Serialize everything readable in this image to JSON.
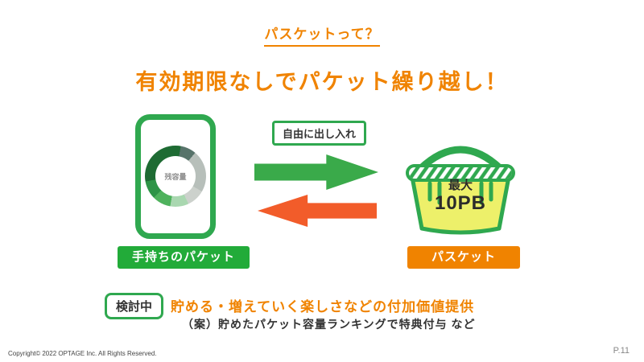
{
  "title": "パスケットって？",
  "headline": "有効期限なしでパケット繰り越し！",
  "diagram": {
    "gauge_label": "残容量",
    "transfer_label": "自由に出し入れ",
    "basket_line1": "最大",
    "basket_line2": "10PB",
    "left_badge": "手持ちのパケット",
    "right_badge": "パスケット"
  },
  "consideration": {
    "badge": "検討中",
    "line1": "貯める・増えていく楽しさなどの付加価値提供",
    "line2": "（案）貯めたパケット容量ランキングで特典付与 など"
  },
  "footer": {
    "copyright": "Copyright© 2022 OPTAGE Inc. All Rights Reserved.",
    "page": "P.11"
  },
  "colors": {
    "accent_orange": "#f08300",
    "accent_green": "#2fa84f",
    "arrow_green": "#3aaa4a",
    "arrow_orange": "#f25c2a",
    "badge_green": "#22ab39",
    "basket_yellow": "#edf06a"
  }
}
